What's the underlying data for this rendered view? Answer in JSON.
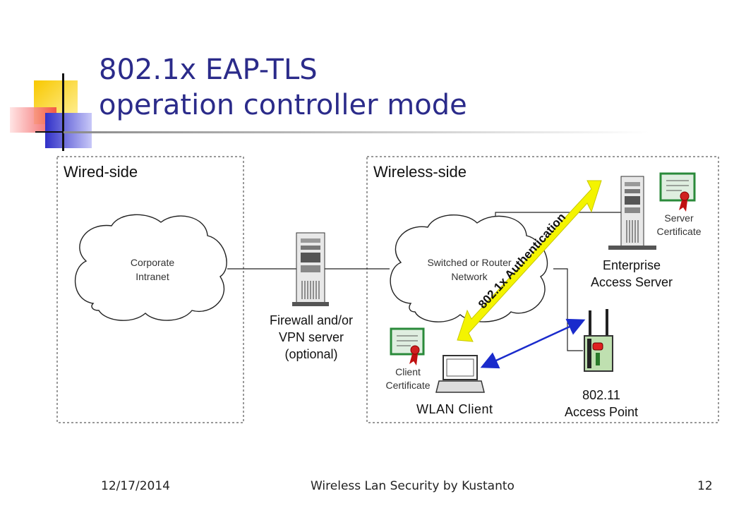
{
  "slide": {
    "title_line1": "802.1x EAP-TLS",
    "title_line2": "operation controller mode"
  },
  "diagram": {
    "wired_label": "Wired-side",
    "wireless_label": "Wireless-side",
    "corporate_intranet": [
      "Corporate",
      "Intranet"
    ],
    "switched_network": [
      "Switched or Router",
      "Network"
    ],
    "firewall": [
      "Firewall and/or",
      "VPN server",
      "(optional)"
    ],
    "enterprise_server": [
      "Enterprise",
      "Access Server"
    ],
    "server_certificate": [
      "Server",
      "Certificate"
    ],
    "client_certificate": [
      "Client",
      "Certificate"
    ],
    "wlan_client": "WLAN Client",
    "access_point": [
      "802.11",
      "Access Point"
    ],
    "auth_label": "802.1x Authentication",
    "colors": {
      "auth_arrow": "#f4f400",
      "link_arrow": "#1a2bcc",
      "title": "#2b2b8a"
    }
  },
  "footer": {
    "date": "12/17/2014",
    "center": "Wireless Lan Security by Kustanto",
    "page": "12"
  }
}
